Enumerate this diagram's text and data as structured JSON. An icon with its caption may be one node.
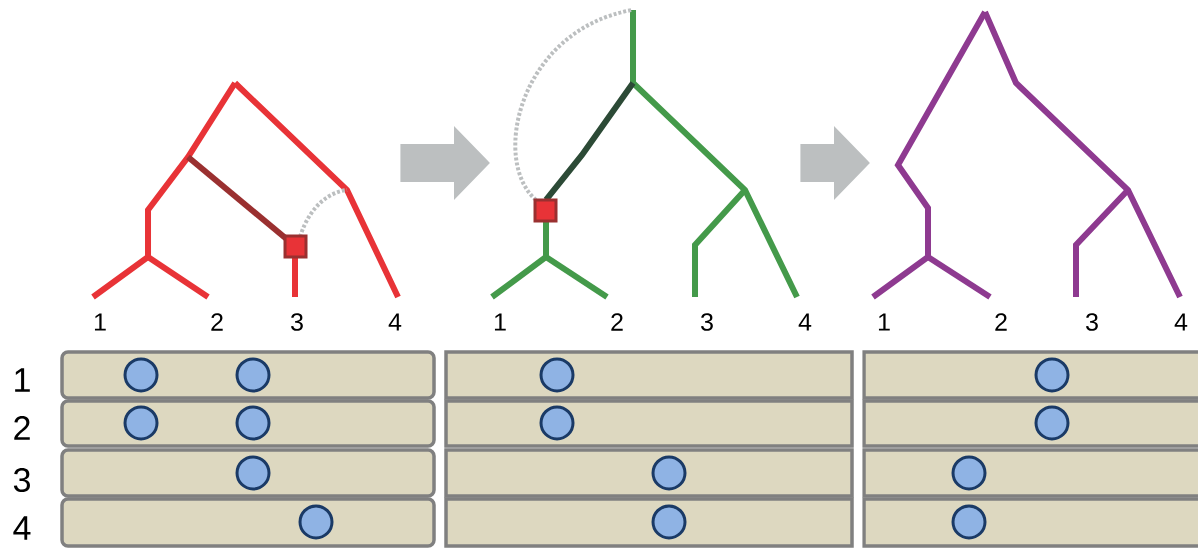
{
  "diagram": {
    "nodes": [
      {
        "text": [],
        "shape": "picture",
        "beside": [
          "1",
          "2",
          "3",
          "4"
        ]
      },
      {
        "text": [],
        "shape": "picture",
        "beside": [
          "1",
          "2",
          "3",
          "4"
        ]
      },
      {
        "text": [],
        "shape": "picture",
        "beside": [
          "1",
          "2",
          "3",
          "4"
        ]
      }
    ],
    "edges": [
      {
        "from": 0,
        "to": 1,
        "arrow": "to"
      },
      {
        "from": 1,
        "to": 2,
        "arrow": "to"
      }
    ],
    "labels": [
      "1",
      "2",
      "3",
      "4"
    ]
  }
}
